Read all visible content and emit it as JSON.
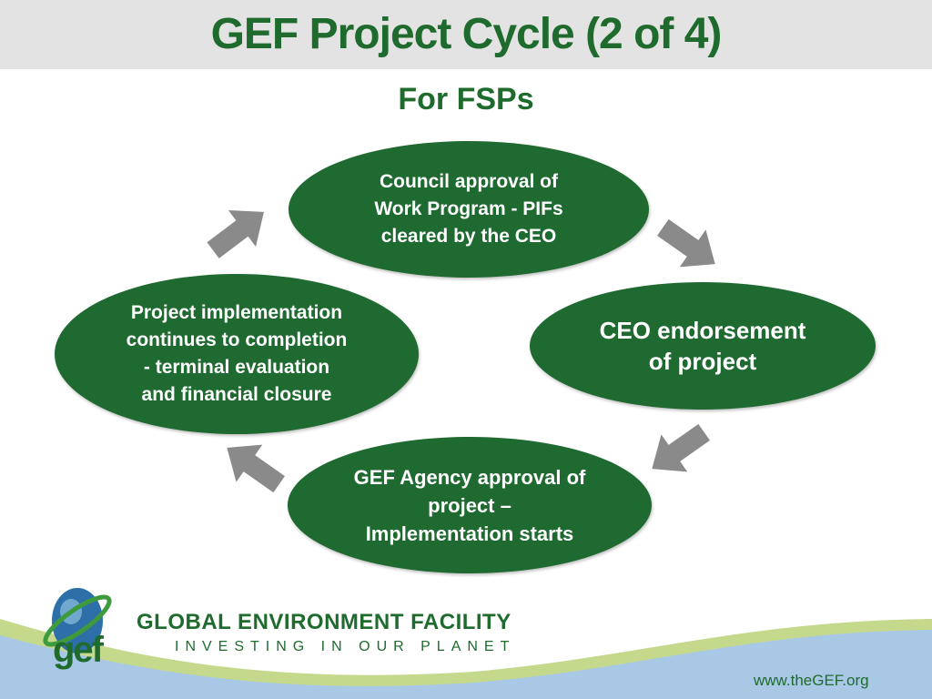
{
  "header": {
    "title": "GEF Project Cycle (2 of 4)",
    "subtitle": "For FSPs"
  },
  "cycle": {
    "steps": [
      {
        "label": "Council approval of\nWork Program - PIFs\ncleared by the CEO"
      },
      {
        "label": "CEO endorsement\nof project"
      },
      {
        "label": "GEF Agency approval of\nproject –\nImplementation starts"
      },
      {
        "label": "Project implementation\ncontinues to completion\n- terminal evaluation\nand financial closure"
      }
    ],
    "arrow_color": "#8a8a8a",
    "node_color": "#1e6a30"
  },
  "footer": {
    "org_name": "GLOBAL ENVIRONMENT FACILITY",
    "tagline": "INVESTING IN OUR PLANET",
    "logo_text": "gef",
    "url": "www.theGEF.org"
  }
}
